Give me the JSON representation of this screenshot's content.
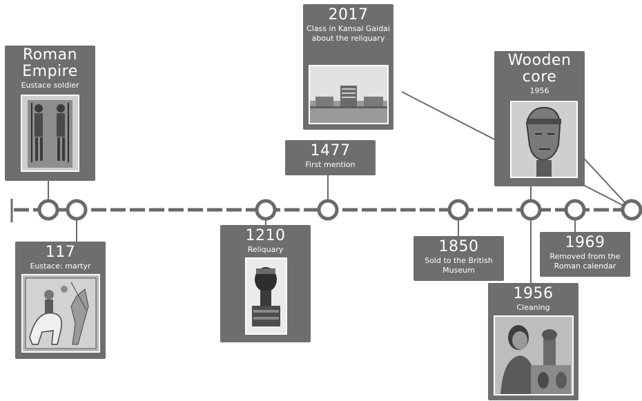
{
  "events": [
    {
      "year": "Roman Empire",
      "year_line1": "Roman",
      "year_line2": "Empire",
      "caption": "Eustace soldier"
    },
    {
      "year": "117",
      "caption": "Eustace: martyr"
    },
    {
      "year": "1210",
      "caption": "Reliquary"
    },
    {
      "year": "1477",
      "caption": "First mention"
    },
    {
      "year": "1850",
      "caption_line1": "Sold to the British",
      "caption_line2": "Museum"
    },
    {
      "year_line1": "Wooden",
      "year_line2": "core",
      "caption": "1956"
    },
    {
      "year": "1956",
      "caption": "Cleaning"
    },
    {
      "year": "1969",
      "caption_line1": "Removed from the",
      "caption_line2": "Roman calendar"
    },
    {
      "year": "2017",
      "caption_line1": "Class in Kansai Gaidai",
      "caption_line2": "about the reliquary"
    }
  ],
  "photos": {
    "roman": "carved relief of two soldiers",
    "martyr": "illuminated manuscript of Eustace",
    "reliquary": "head reliquary",
    "wooden_core": "wooden core head",
    "cleaning": "conservator cleaning",
    "kansai": "campus building"
  },
  "colors": {
    "card": "#6e6e6e",
    "line": "#6a6a6a",
    "text": "#ffffff"
  }
}
